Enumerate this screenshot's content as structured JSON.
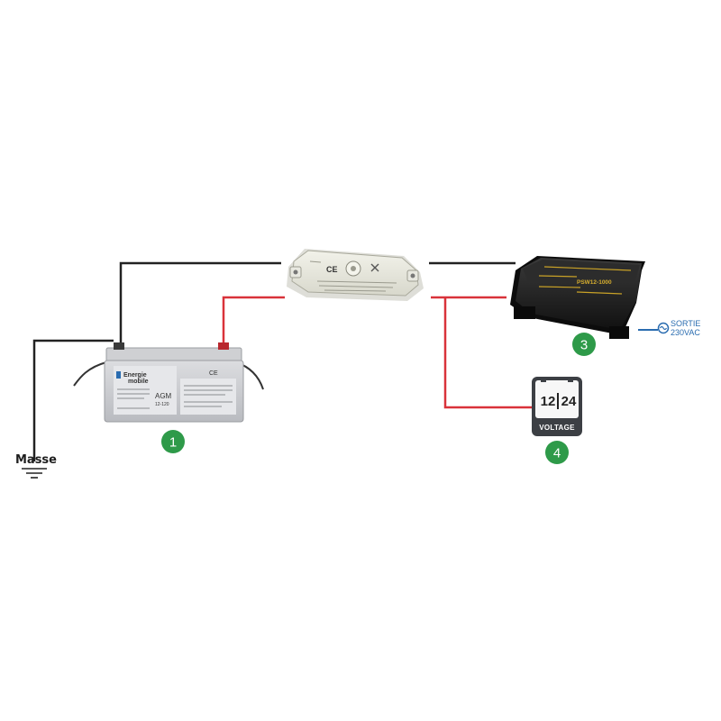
{
  "ground": {
    "label": "Masse"
  },
  "battery": {
    "brand_line1": "Energie",
    "brand_line2": "mobile",
    "type": "AGM",
    "model": "12-120",
    "ce": "CE",
    "badge": "1"
  },
  "fuse_block": {
    "ce": "CE"
  },
  "inverter": {
    "model": "PSW12-1000",
    "badge": "3",
    "output_line1": "SORTIE",
    "output_line2": "230VAC"
  },
  "voltage_indicator": {
    "left": "12",
    "right": "24",
    "label": "VOLTAGE",
    "badge": "4"
  },
  "colors": {
    "wire_negative": "#222222",
    "wire_positive": "#d9323a",
    "badge": "#2e9a49",
    "output_blue": "#2a6cb0"
  }
}
